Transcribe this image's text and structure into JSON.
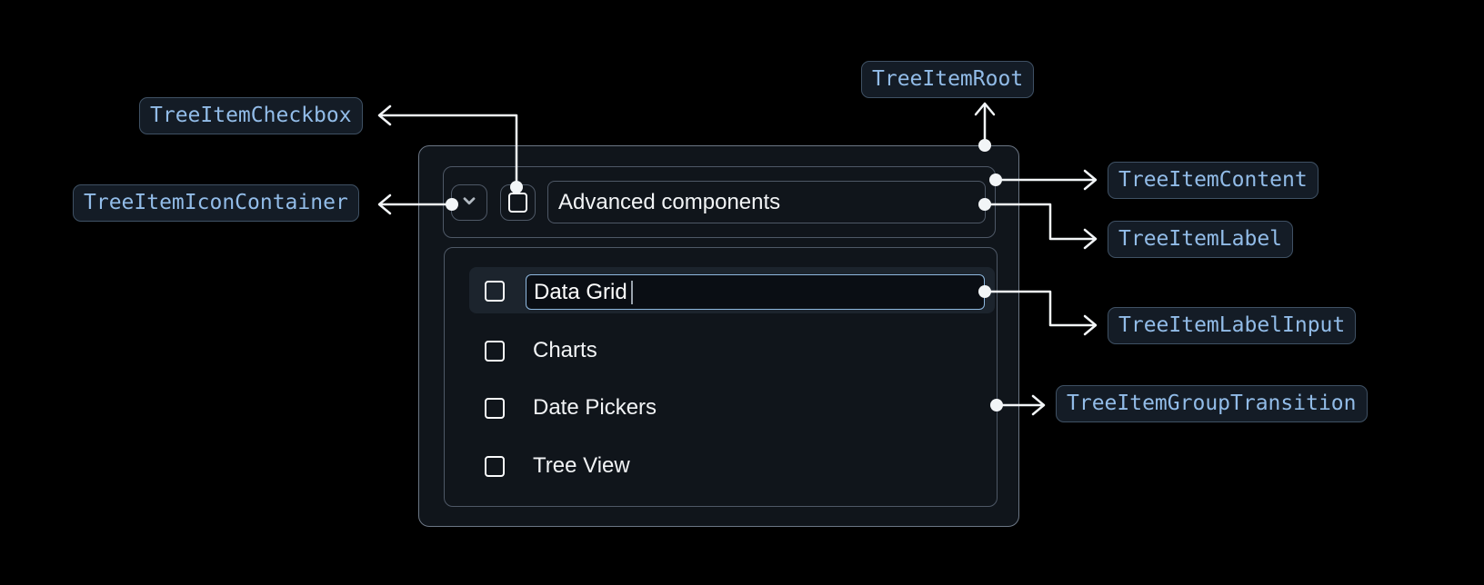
{
  "annotations": {
    "tree_item_root": "TreeItemRoot",
    "tree_item_checkbox": "TreeItemCheckbox",
    "tree_item_icon_container": "TreeItemIconContainer",
    "tree_item_content": "TreeItemContent",
    "tree_item_label": "TreeItemLabel",
    "tree_item_label_input": "TreeItemLabelInput",
    "tree_item_group_transition": "TreeItemGroupTransition"
  },
  "tree": {
    "parent_label": "Advanced components",
    "label_input_value": "Data Grid",
    "children": [
      "Charts",
      "Date Pickers",
      "Tree View"
    ]
  },
  "icons": {
    "expand_icon": "chevron-down-icon",
    "checkbox_icon": "checkbox-unchecked-icon"
  },
  "colors": {
    "badge_text": "#92bce8",
    "badge_border": "#3f5164",
    "badge_background": "#141c26",
    "root_background": "#10151b",
    "box_border": "#4e5866",
    "row_highlight": "#1c242d",
    "input_border": "#8fb9e0",
    "arrow": "#f2f5f7"
  }
}
